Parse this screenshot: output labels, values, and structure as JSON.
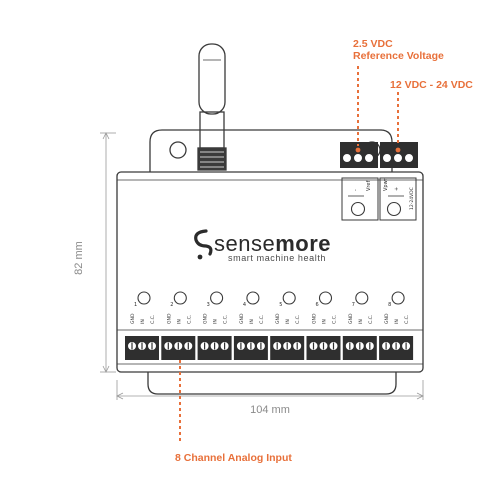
{
  "callouts": {
    "ref_voltage_line1": "2.5 VDC",
    "ref_voltage_line2": "Reference Voltage",
    "supply_voltage": "12 VDC - 24 VDC",
    "analog_input": "8 Channel Analog Input"
  },
  "dimensions": {
    "height": "82 mm",
    "width": "104 mm"
  },
  "brand": {
    "name_part1": "sense",
    "name_part2": "more",
    "tagline": "smart machine health"
  },
  "power_block": {
    "label_minus": "-",
    "label_vref": "Vref",
    "label_vpwr": "Vpwr",
    "label_plus": "+",
    "label_supply": "12-24VDC"
  },
  "channels": {
    "numbers": [
      "1",
      "2",
      "3",
      "4",
      "5",
      "6",
      "7",
      "8"
    ],
    "pin_labels": [
      "GND",
      "IN",
      "C.C."
    ]
  },
  "colors": {
    "accent": "#e8703a",
    "line": "#3a3a3a",
    "dim": "#9a9a9a",
    "text": "#2b2b2b"
  }
}
